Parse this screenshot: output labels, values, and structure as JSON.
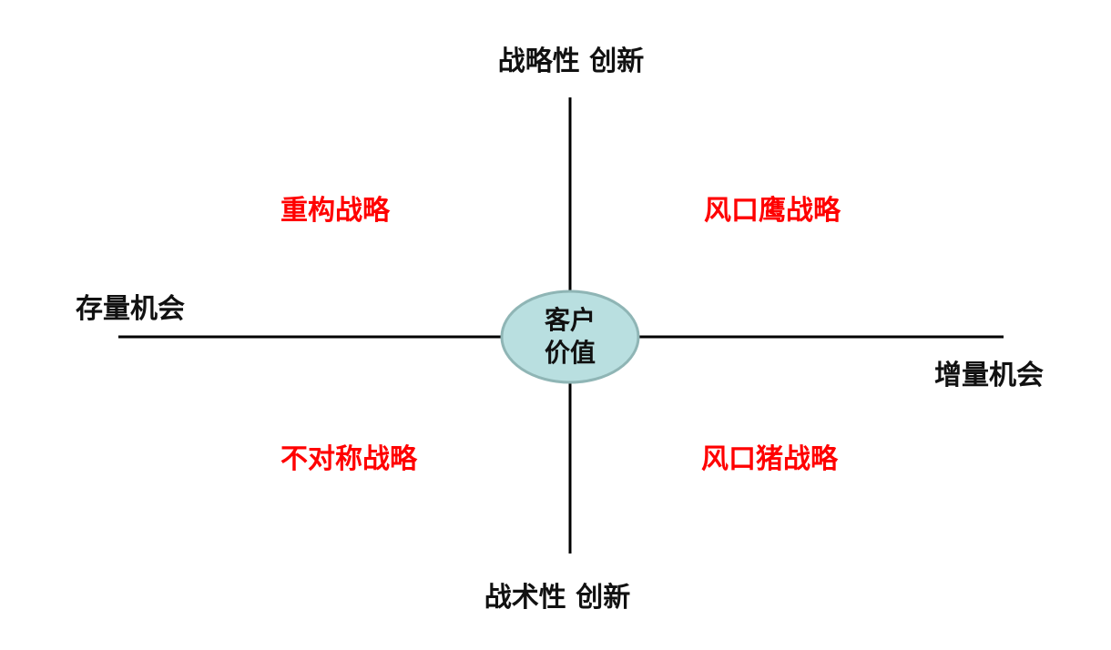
{
  "axes": {
    "top": "战略性 创新",
    "bottom": "战术性 创新",
    "left": "存量机会",
    "right": "增量机会"
  },
  "center": {
    "line1": "客户",
    "line2": "价值",
    "fill": "#b9dfe0",
    "stroke": "#8fb5b5"
  },
  "quadrants": {
    "top_left": "重构战略",
    "top_right": "风口鹰战略",
    "bottom_left": "不对称战略",
    "bottom_right": "风口猪战略",
    "color": "#ff0000"
  }
}
